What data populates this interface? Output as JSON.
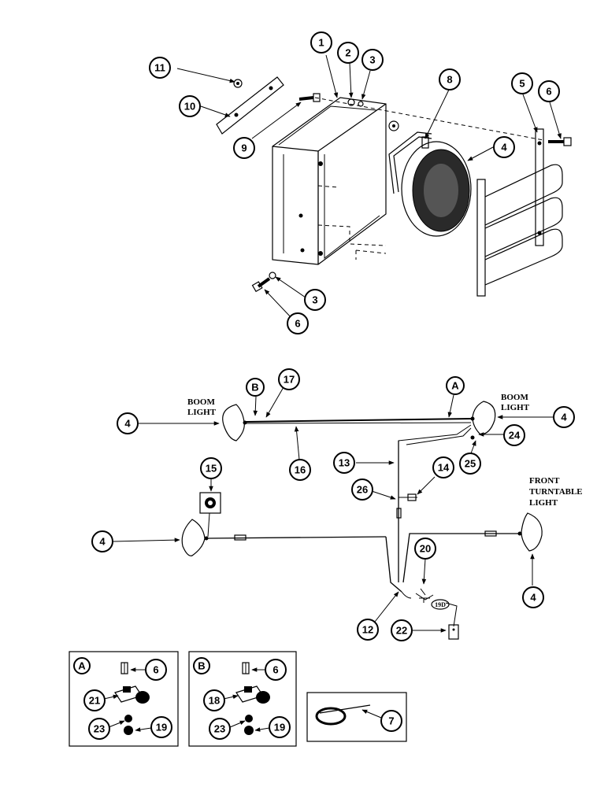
{
  "callouts": {
    "c1": "1",
    "c2": "2",
    "c3a": "3",
    "c3b": "3",
    "c4a": "4",
    "c5": "5",
    "c6a": "6",
    "c6b": "6",
    "c8": "8",
    "c9": "9",
    "c10": "10",
    "c11": "11",
    "c4b": "4",
    "c4c": "4",
    "c4d": "4",
    "c4e": "4",
    "cB": "B",
    "c17": "17",
    "cA": "A",
    "c16": "16",
    "c24": "24",
    "c13": "13",
    "c25": "25",
    "c26": "26",
    "c14": "14",
    "c15": "15",
    "c20": "20",
    "c12": "12",
    "c22": "22",
    "dA": "A",
    "d6a": "6",
    "d21": "21",
    "d23a": "23",
    "d19a": "19",
    "dB": "B",
    "d6b": "6",
    "d18": "18",
    "d23b": "23",
    "d19b": "19",
    "d7": "7"
  },
  "labels": {
    "boom_left_1": "BOOM",
    "boom_left_2": "LIGHT",
    "boom_right_1": "BOOM",
    "boom_right_2": "LIGHT",
    "front_1": "FRONT",
    "front_2": "TURNTABLE",
    "front_3": "LIGHT",
    "connector": "19D"
  }
}
